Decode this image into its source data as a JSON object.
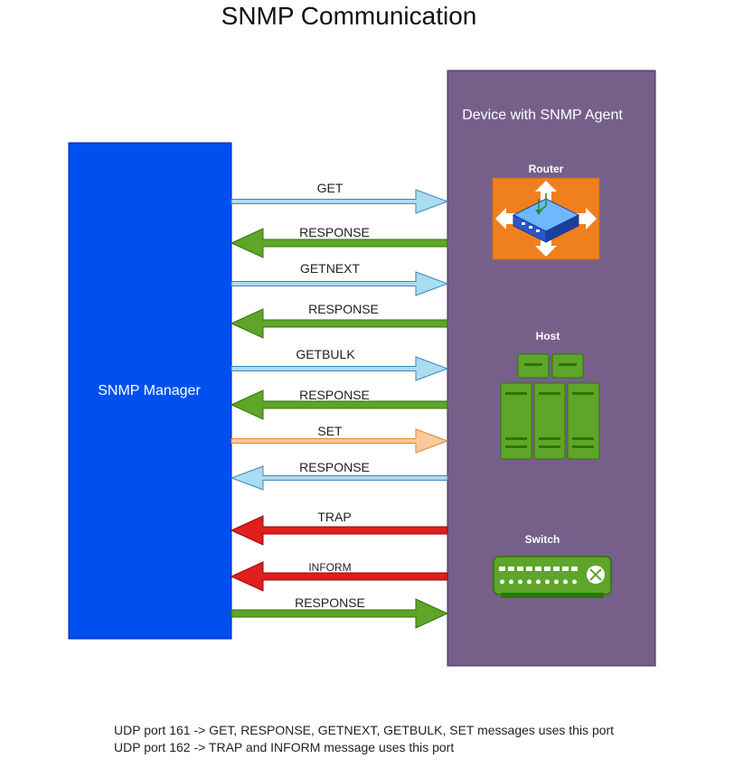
{
  "title": "SNMP Communication",
  "manager": {
    "label": "SNMP Manager"
  },
  "agent": {
    "label": "Device with SNMP Agent"
  },
  "devices": [
    {
      "label": "Router",
      "icon": "router-icon"
    },
    {
      "label": "Host",
      "icon": "server-icon"
    },
    {
      "label": "Switch",
      "icon": "switch-icon"
    }
  ],
  "messages": [
    {
      "label": "GET",
      "direction": "to-agent",
      "color": "#a9dcf1"
    },
    {
      "label": "RESPONSE",
      "direction": "to-manager",
      "color": "#5ea52a"
    },
    {
      "label": "GETNEXT",
      "direction": "to-agent",
      "color": "#a9dcf1"
    },
    {
      "label": "RESPONSE",
      "direction": "to-manager",
      "color": "#5ea52a"
    },
    {
      "label": "GETBULK",
      "direction": "to-agent",
      "color": "#a9dcf1"
    },
    {
      "label": "RESPONSE",
      "direction": "to-manager",
      "color": "#5ea52a"
    },
    {
      "label": "SET",
      "direction": "to-agent",
      "color": "#f9c99a"
    },
    {
      "label": "RESPONSE",
      "direction": "to-manager",
      "color": "#a9dcf1"
    },
    {
      "label": "TRAP",
      "direction": "to-manager",
      "color": "#e01e1e"
    },
    {
      "label": "INFORM",
      "direction": "to-manager",
      "color": "#e01e1e"
    },
    {
      "label": "RESPONSE",
      "direction": "to-agent",
      "color": "#5ea52a"
    }
  ],
  "colors": {
    "manager_fill": "#0050ef",
    "agent_fill": "#76608a",
    "router_bg": "#f0801e",
    "device_green": "#5ea52a"
  },
  "notes": [
    "UDP port 161 -> GET, RESPONSE, GETNEXT, GETBULK, SET messages uses this port",
    "UDP port 162 -> TRAP and INFORM message uses this port"
  ]
}
